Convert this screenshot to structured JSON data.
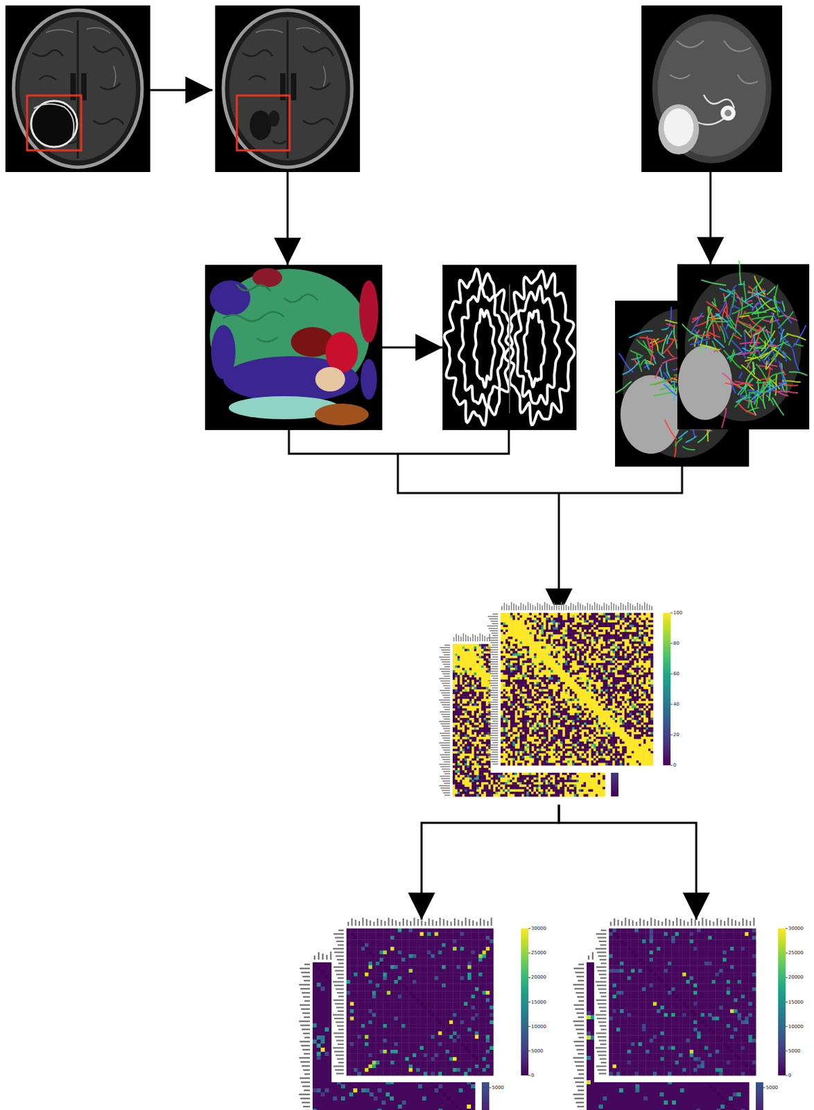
{
  "diagram": {
    "nodes": [
      {
        "text": [
          "100",
          "80",
          "60",
          "40",
          "20",
          "0"
        ]
      },
      {
        "text": [
          "30000",
          "25000",
          "20000",
          "15000",
          "10000",
          "5000",
          "0"
        ]
      },
      {
        "text": [
          "30000",
          "25000",
          "20000",
          "15000",
          "10000",
          "5000",
          "0"
        ]
      }
    ],
    "edges": [
      {
        "from": 0,
        "to": 1,
        "arrow": "to"
      },
      {
        "from": 0,
        "to": 2,
        "arrow": "to"
      }
    ],
    "labels": [
      "5000",
      "5000"
    ]
  }
}
